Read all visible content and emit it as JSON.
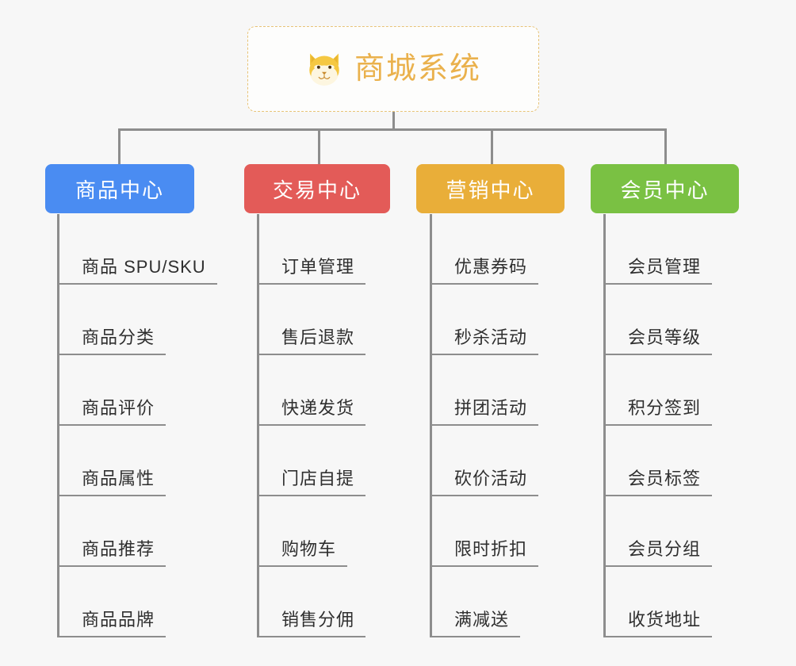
{
  "diagram": {
    "background_color": "#f7f7f7",
    "connector_color": "#8d8d8d",
    "root": {
      "title": "商城系统",
      "icon": "shiba-dog-icon",
      "title_color": "#eab14c",
      "border_color": "#e8c377"
    },
    "columns": [
      {
        "id": "product-center",
        "label": "商品中心",
        "color": "#4a8cf2",
        "items": [
          "商品 SPU/SKU",
          "商品分类",
          "商品评价",
          "商品属性",
          "商品推荐",
          "商品品牌"
        ]
      },
      {
        "id": "trade-center",
        "label": "交易中心",
        "color": "#e35b58",
        "items": [
          "订单管理",
          "售后退款",
          "快递发货",
          "门店自提",
          "购物车",
          "销售分佣"
        ]
      },
      {
        "id": "marketing-center",
        "label": "营销中心",
        "color": "#e9ae39",
        "items": [
          "优惠券码",
          "秒杀活动",
          "拼团活动",
          "砍价活动",
          "限时折扣",
          "满减送"
        ]
      },
      {
        "id": "member-center",
        "label": "会员中心",
        "color": "#7ac143",
        "items": [
          "会员管理",
          "会员等级",
          "积分签到",
          "会员标签",
          "会员分组",
          "收货地址"
        ]
      }
    ]
  }
}
